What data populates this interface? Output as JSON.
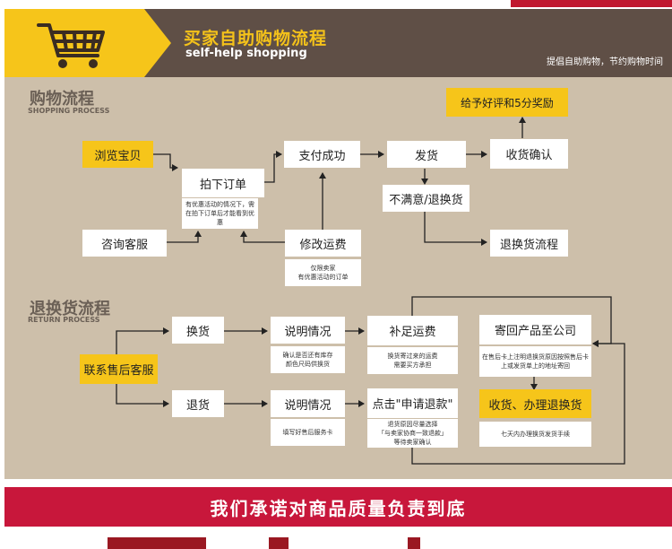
{
  "header": {
    "title": "买家自助购物流程",
    "subtitle": "self-help shopping",
    "slogan": "提倡自助购物，节约购物时间"
  },
  "shopping": {
    "title": "购物流程",
    "subtitle": "SHOPPING PROCESS",
    "nodes": {
      "reward": "给予好评和5分奖励",
      "browse": "浏览宝贝",
      "pay": "支付成功",
      "ship": "发货",
      "receive": "收货确认",
      "order": "拍下订单",
      "unsatisfied": "不满意/退换货",
      "consult": "咨询客服",
      "modify": "修改运费",
      "return_flow": "退换货流程"
    },
    "notes": {
      "order": "有优惠活动的情况下，需在拍下订单后才能看到优惠",
      "modify": "仅限卖家\n有优惠活动的订单"
    }
  },
  "returns": {
    "title": "退换货流程",
    "subtitle": "RETURN PROCESS",
    "nodes": {
      "contact": "联系售后客服",
      "exchange": "换货",
      "explain1": "说明情况",
      "supplement": "补足运费",
      "sendback": "寄回产品至公司",
      "refund": "退货",
      "explain2": "说明情况",
      "apply": "点击\"申请退款\"",
      "handle": "收货、办理退换货"
    },
    "notes": {
      "explain1": "确认是否还有库存\n颜色尺码供换货",
      "supplement": "换货寄过来的运费\n需要买方承担",
      "sendback": "在售后卡上注明退换货原因按照售后卡上或发货单上的地址寄回",
      "explain2": "填写好售后服务卡",
      "apply": "退货原因尽量选择\n「与卖家协商一致退款」\n等待卖家确认",
      "handle": "七天内办理换货发货手续"
    }
  },
  "promise": "我们承诺对商品质量负责到底",
  "colors": {
    "panel": "#cdbfaa",
    "header": "#5f4f46",
    "accent_yellow": "#f6c51a",
    "promise_red": "#c8173b"
  }
}
